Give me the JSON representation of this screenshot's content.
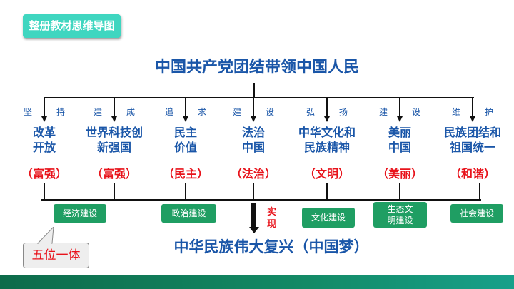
{
  "tag": "整册教材思维导图",
  "title": "中国共产党团结带领中国人民",
  "columns": [
    {
      "verb": [
        "坚",
        "持"
      ],
      "name": [
        "改革",
        "开放"
      ],
      "value": "（富强）"
    },
    {
      "verb": [
        "建",
        "成"
      ],
      "name": [
        "世界科技创",
        "新强国"
      ],
      "value": "（富强）"
    },
    {
      "verb": [
        "追",
        "求"
      ],
      "name": [
        "民主",
        "价值"
      ],
      "value": "（民主）"
    },
    {
      "verb": [
        "建",
        "设"
      ],
      "name": [
        "法治",
        "中国"
      ],
      "value": "（法治）"
    },
    {
      "verb": [
        "弘",
        "扬"
      ],
      "name": [
        "中华文化和",
        "民族精神"
      ],
      "value": "（文明）"
    },
    {
      "verb": [
        "建",
        "设"
      ],
      "name": [
        "美丽",
        "中国"
      ],
      "value": "（美丽）"
    },
    {
      "verb": [
        "维",
        "护"
      ],
      "name": [
        "民族团结和",
        "祖国统一"
      ],
      "value": "（和谐）"
    }
  ],
  "constructions": [
    "经济建设",
    "政治建设",
    "文化建设",
    "生态文",
    "明建设",
    "社会建设"
  ],
  "realize": [
    "实",
    "现"
  ],
  "goal": "中华民族伟大复兴（中国梦）",
  "bubble": "五位一体"
}
